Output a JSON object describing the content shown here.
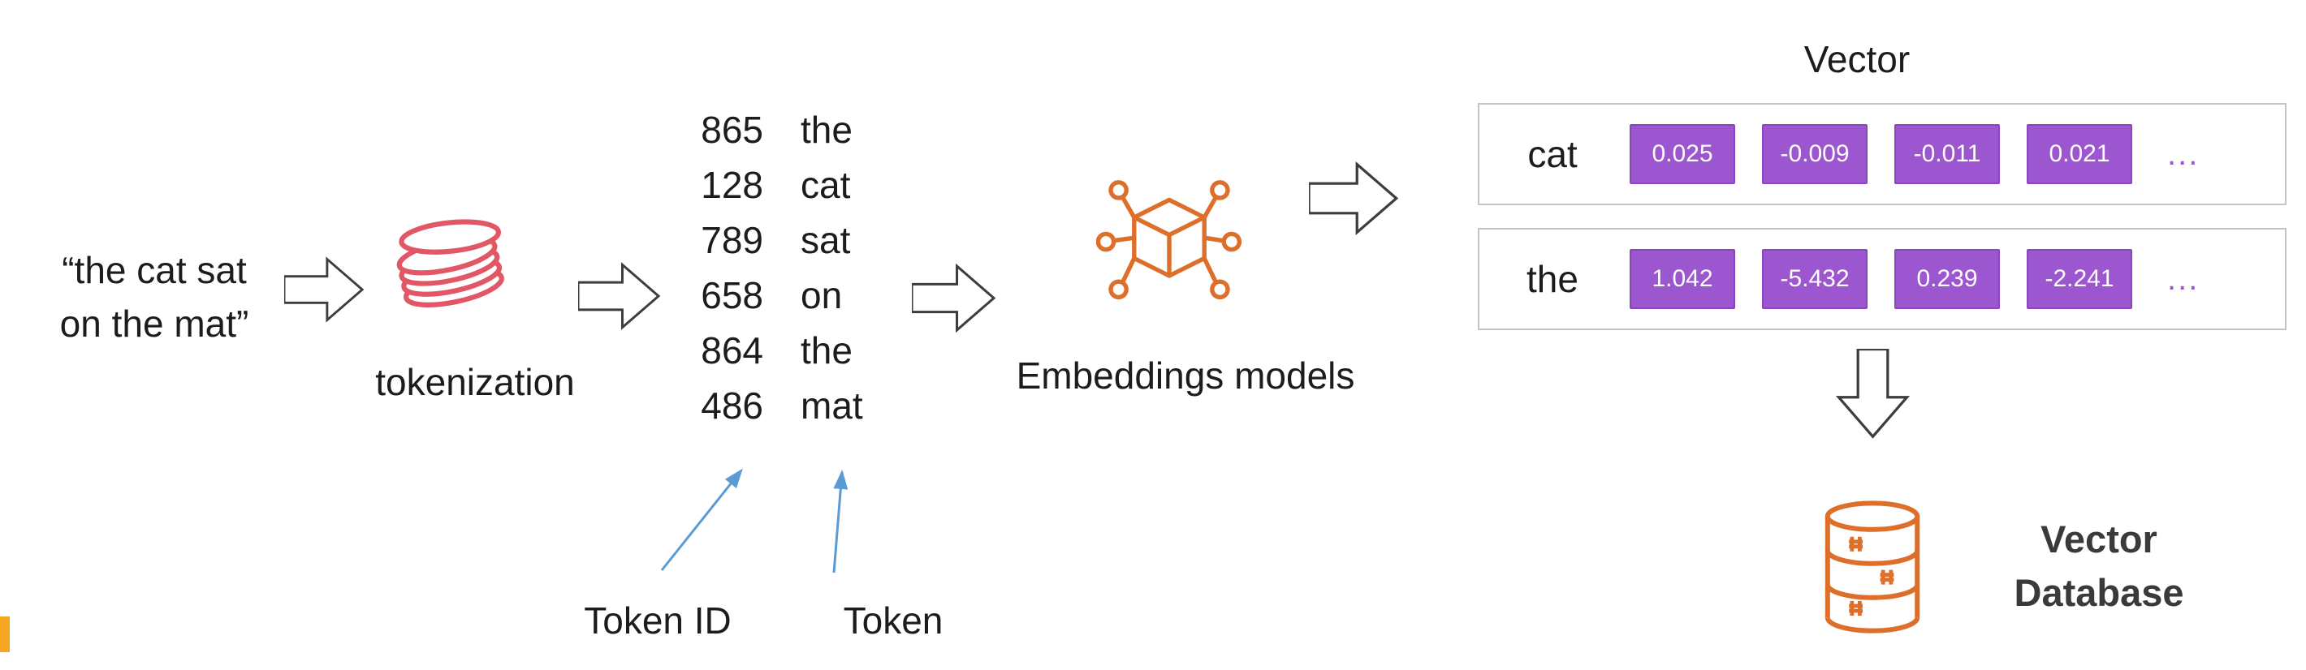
{
  "input_text": {
    "line1": "“the cat sat",
    "line2": "on the mat”"
  },
  "tokenization": {
    "label": "tokenization"
  },
  "token_table": {
    "rows": [
      {
        "id": "865",
        "token": "the"
      },
      {
        "id": "128",
        "token": "cat"
      },
      {
        "id": "789",
        "token": "sat"
      },
      {
        "id": "658",
        "token": "on"
      },
      {
        "id": "864",
        "token": "the"
      },
      {
        "id": "486",
        "token": "mat"
      }
    ],
    "id_label": "Token ID",
    "token_label": "Token"
  },
  "embeddings": {
    "label": "Embeddings models"
  },
  "vector_panel": {
    "title": "Vector",
    "rows": [
      {
        "word": "cat",
        "values": [
          "0.025",
          "-0.009",
          "-0.011",
          "0.021"
        ],
        "ellipsis": "..."
      },
      {
        "word": "the",
        "values": [
          "1.042",
          "-5.432",
          "0.239",
          "-2.241"
        ],
        "ellipsis": "..."
      }
    ]
  },
  "database": {
    "line1": "Vector",
    "line2": "Database"
  },
  "colors": {
    "coin_pink": "#E25765",
    "icon_orange": "#DD6F2B",
    "cell_purple": "#9C56CF",
    "arrow_blue": "#5B9BD5",
    "box_border": "#C4C4C4"
  }
}
